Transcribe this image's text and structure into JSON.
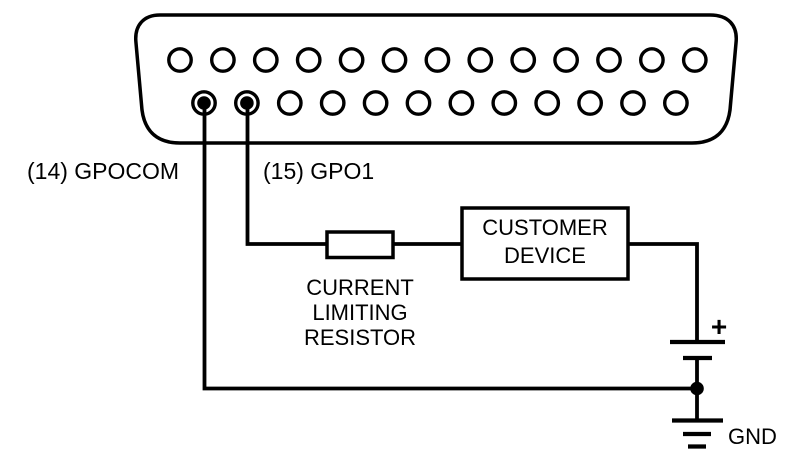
{
  "colors": {
    "line": "#000000",
    "background": "#ffffff",
    "fill": "#ffffff"
  },
  "connector": {
    "top_row_pin_count": 13,
    "bottom_row_pin_count": 12,
    "connected_pin_numbers": [
      14,
      15
    ]
  },
  "labels": {
    "pin14": "(14) GPOCOM",
    "pin15": "(15) GPO1",
    "resistor": [
      "CURRENT",
      "LIMITING",
      "RESISTOR"
    ],
    "device": [
      "CUSTOMER",
      "DEVICE"
    ],
    "battery_plus": "+",
    "ground": "GND"
  }
}
